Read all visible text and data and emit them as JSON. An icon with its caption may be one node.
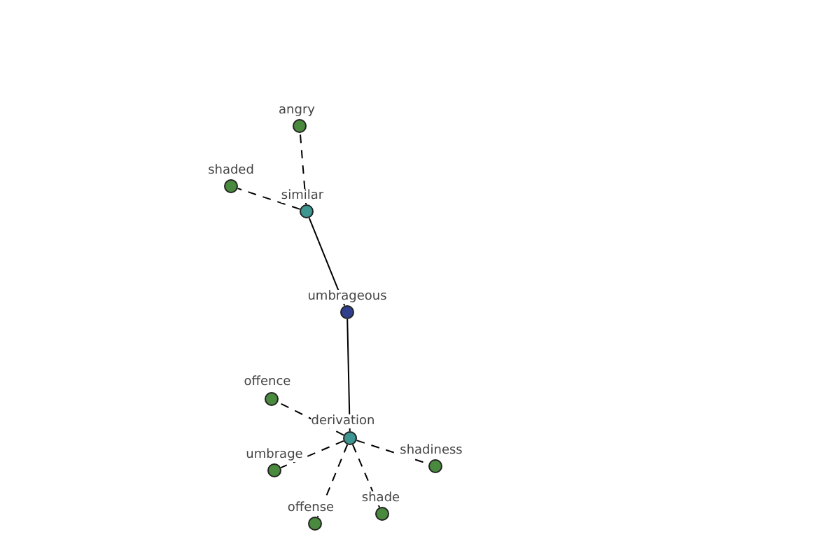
{
  "diagram": {
    "nodes": [
      {
        "text": [],
        "shape": "circle",
        "beside": [
          "umbrageous"
        ]
      },
      {
        "text": [],
        "shape": "circle",
        "beside": [
          "similar"
        ]
      },
      {
        "text": [],
        "shape": "circle",
        "beside": [
          "angry"
        ]
      },
      {
        "text": [],
        "shape": "circle",
        "beside": [
          "shaded"
        ]
      },
      {
        "text": [],
        "shape": "circle",
        "beside": [
          "derivation"
        ]
      },
      {
        "text": [],
        "shape": "circle",
        "beside": [
          "offence"
        ]
      },
      {
        "text": [],
        "shape": "circle",
        "beside": [
          "umbrage"
        ]
      },
      {
        "text": [],
        "shape": "circle",
        "beside": [
          "offense"
        ]
      },
      {
        "text": [],
        "shape": "circle",
        "beside": [
          "shade"
        ]
      },
      {
        "text": [],
        "shape": "circle",
        "beside": [
          "shadiness"
        ]
      }
    ],
    "edges": [
      {
        "from": 0,
        "to": 1,
        "arrow": "none"
      },
      {
        "from": 1,
        "to": 2,
        "arrow": "none",
        "style": "dashed"
      },
      {
        "from": 1,
        "to": 3,
        "arrow": "none",
        "style": "dashed"
      },
      {
        "from": 0,
        "to": 4,
        "arrow": "none"
      },
      {
        "from": 4,
        "to": 5,
        "arrow": "none",
        "style": "dashed"
      },
      {
        "from": 4,
        "to": 6,
        "arrow": "none",
        "style": "dashed"
      },
      {
        "from": 4,
        "to": 7,
        "arrow": "none",
        "style": "dashed"
      },
      {
        "from": 4,
        "to": 8,
        "arrow": "none",
        "style": "dashed"
      },
      {
        "from": 4,
        "to": 9,
        "arrow": "none",
        "style": "dashed"
      }
    ]
  }
}
